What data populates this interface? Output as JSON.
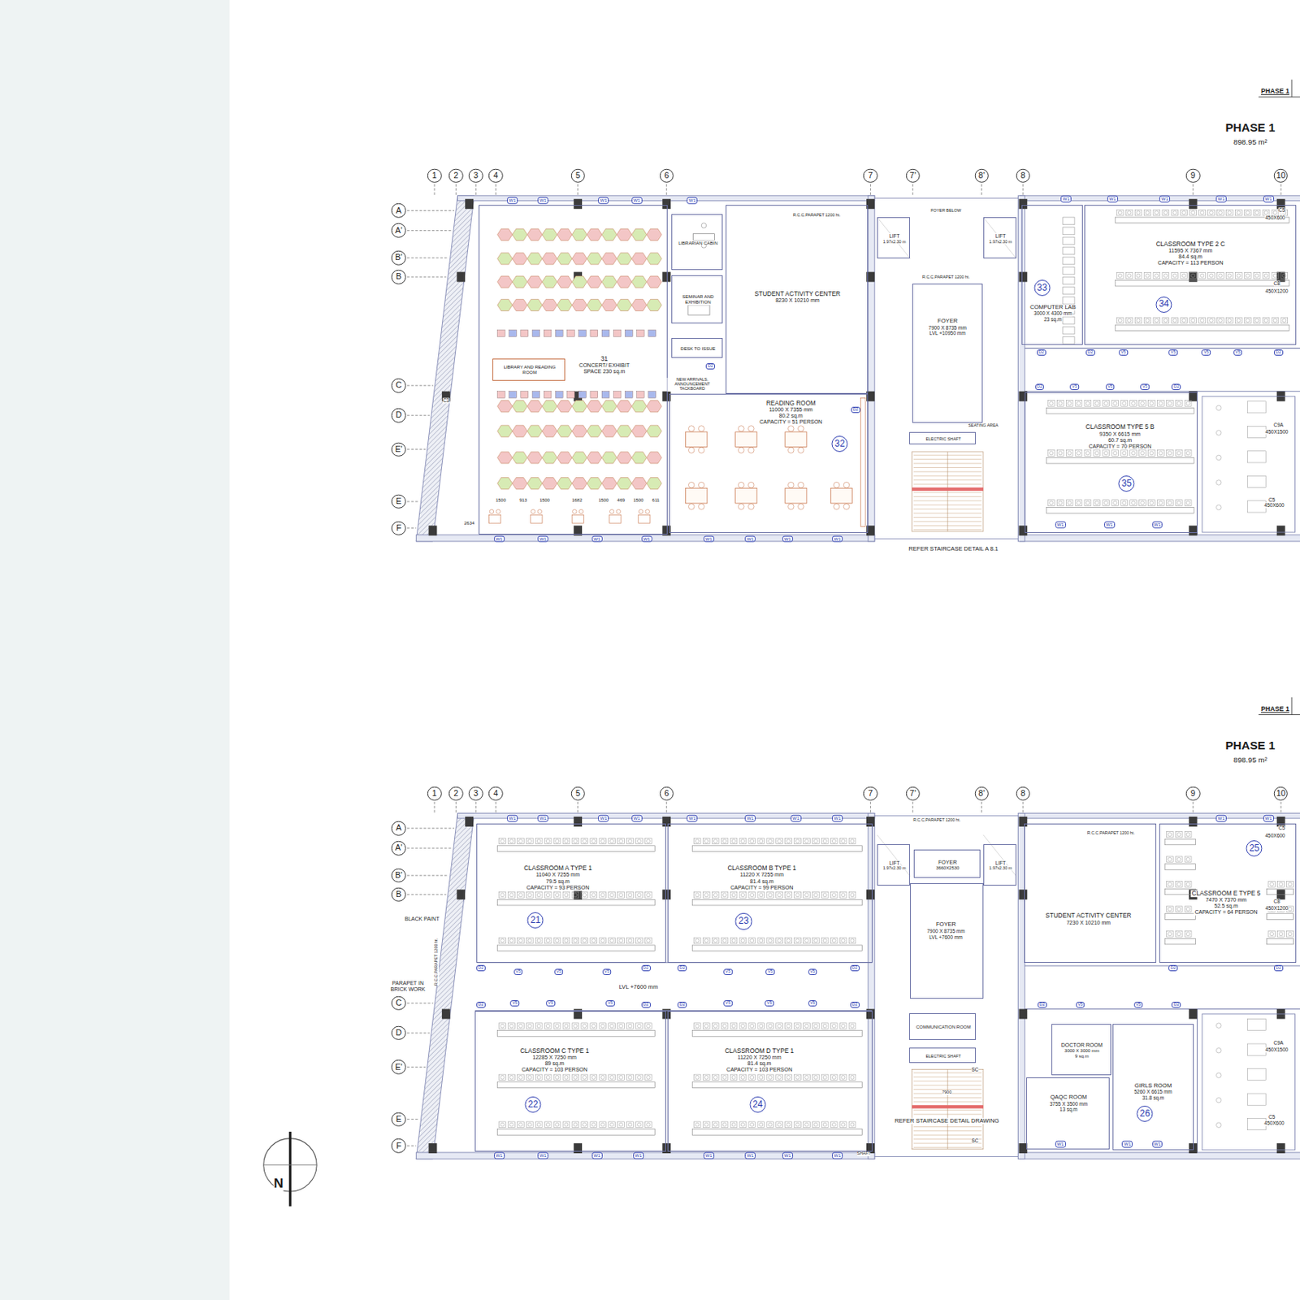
{
  "diagram": {
    "nodes": [
      {
        "text": [
          "31",
          "CONCERT/ EXHIBIT SPACE 230 sq.m"
        ]
      },
      {
        "text": [
          "LIBRARY AND READING ROOM"
        ],
        "in": 0
      },
      {
        "text": [
          "LIBRARIAN CABIN"
        ]
      },
      {
        "text": [
          "SEMINAR AND EXHIBITION"
        ]
      },
      {
        "text": [
          "DESK TO ISSUE"
        ]
      },
      {
        "text": [
          "STUDENT ACTIVITY CENTER",
          "8230 X 10210 mm"
        ]
      },
      {
        "text": [
          "LIFT",
          "1.97x2.30 m"
        ]
      },
      {
        "text": [
          "LIFT",
          "1.97x2.30 m"
        ]
      },
      {
        "text": [
          "FOYER",
          "7900 X 8735 mm",
          "LVL +10950 mm"
        ]
      },
      {
        "text": [
          "33",
          "COMPUTER LAB",
          "3000 X 4300 mm",
          "23 sq.m"
        ]
      },
      {
        "text": [
          "CLASSROOM TYPE 2 C",
          "11595 X 7367 mm",
          "84.4 sq.m",
          "CAPACITY = 113 PERSON",
          "34"
        ]
      },
      {
        "text": [
          "READING ROOM",
          "11000 X 7355 mm",
          "80.2 sq.m",
          "CAPACITY = 51 PERSON",
          "32"
        ]
      },
      {
        "text": [
          "ELECTRIC SHAFT"
        ]
      },
      {
        "text": [
          "CLASSROOM TYPE 5 B",
          "9350 X 6615 mm",
          "60.7 sq.m",
          "CAPACITY = 70 PERSON",
          "35"
        ]
      },
      {
        "text": [
          "CLASSROOM A TYPE 1",
          "11040 X 7255 mm",
          "79.5 sq.m",
          "CAPACITY = 93 PERSON",
          "21"
        ]
      },
      {
        "text": [
          "CLASSROOM B TYPE 1",
          "11220 X 7255 mm",
          "81.4 sq.m",
          "CAPACITY = 99 PERSON",
          "23"
        ]
      },
      {
        "text": [
          "LIFT",
          "1.97x2.30 m"
        ]
      },
      {
        "text": [
          "LIFT",
          "1.97x2.30 m"
        ]
      },
      {
        "text": [
          "FOYER",
          "3660X2530"
        ]
      },
      {
        "text": [
          "STUDENT ACTIVITY CENTER",
          "7230 X 10210 mm"
        ]
      },
      {
        "text": [
          "25",
          "CLASSROOM E TYPE 5",
          "7470 X 7370 mm",
          "52.5 sq.m",
          "CAPACITY = 64 PERSON"
        ]
      },
      {
        "text": [
          "FOYER",
          "7900 X 8735 mm",
          "LVL +7600 mm"
        ]
      },
      {
        "text": [
          "CLASSROOM C TYPE 1",
          "12285 X 7250 mm",
          "89 sq.m",
          "CAPACITY = 103 PERSON",
          "22"
        ]
      },
      {
        "text": [
          "CLASSROOM D TYPE 1",
          "11220 X 7250 mm",
          "81.4 sq.m",
          "CAPACITY = 103 PERSON",
          "24"
        ]
      },
      {
        "text": [
          "COMMUNICATION ROOM"
        ]
      },
      {
        "text": [
          "ELECTRIC SHAFT"
        ]
      },
      {
        "text": [
          "DOCTOR ROOM",
          "3000 X 3000 mm",
          "9 sq.m"
        ]
      },
      {
        "text": [
          "GIRLS ROOM",
          "5260 X 6615 mm",
          "31.8 sq.m",
          "26"
        ]
      },
      {
        "text": [
          "QAQC ROOM",
          "3755 X 3500 mm",
          "13 sq.m"
        ]
      }
    ],
    "labels": [
      "PHASE 1",
      "PHASE 1",
      "898.95 m²",
      "1",
      "2",
      "3",
      "4",
      "5",
      "6",
      "7",
      "7'",
      "8'",
      "8",
      "9",
      "10",
      "A",
      "A'",
      "B'",
      "B",
      "C",
      "D",
      "E'",
      "E",
      "F",
      "C5",
      "450X600",
      "C8",
      "450X1200",
      "C9A",
      "450X1500",
      "C5",
      "450X600",
      "R.C.C.PARAPET 1200 ht.",
      "FOYER BELOW",
      "R.C.C.PARAPET 1200 ht.",
      "SEATING AREA",
      "NEW ARRIVALS, ANNOUNCEMENT TACKBOARD",
      "REFER STAIRCASE DETAIL A 8.1",
      "C3",
      "1500",
      "913",
      "1500",
      "1682",
      "1500",
      "469",
      "1500",
      "611",
      "2634",
      "W1",
      "W1",
      "W1",
      "W1",
      "W1",
      "W1",
      "W1",
      "W1",
      "W1",
      "W1",
      "W1",
      "W1",
      "W1",
      "W1",
      "W1",
      "W1",
      "W1",
      "W1",
      "W1",
      "W1",
      "W1",
      "D2",
      "D2",
      "D2",
      "D2",
      "D2",
      "D2",
      "D2",
      "V5",
      "V5",
      "V5",
      "V5",
      "V5",
      "V5",
      "V5",
      "PHASE 1",
      "PHASE 1",
      "898.95 m²",
      "1",
      "2",
      "3",
      "4",
      "5",
      "6",
      "7",
      "7'",
      "8'",
      "8",
      "9",
      "10",
      "A",
      "A'",
      "B'",
      "B",
      "C",
      "D",
      "E'",
      "E",
      "F",
      "C5",
      "450X600",
      "C8",
      "450X1200",
      "C9A",
      "450X1500",
      "C5",
      "450X600",
      "BLACK PAINT",
      "PARAPET IN BRICK WORK",
      "R.C.C.PARAPET 1200 ht.",
      "LVL +7600 mm",
      "R.C.C.PARAPET 1200 ht.",
      "R.C.C.PARAPET 1200 ht.",
      "REFER STAIRCASE DETAIL DRAWING",
      "7900",
      "SC",
      "SC",
      "SHAFT",
      "N",
      "W1",
      "W1",
      "W1",
      "W1",
      "W1",
      "W1",
      "W1",
      "W1",
      "W1",
      "W1",
      "W1",
      "W1",
      "W1",
      "W1",
      "W1",
      "W1",
      "W1",
      "W1",
      "W1",
      "W1",
      "W1",
      "V5",
      "V5",
      "V5",
      "V5",
      "V5",
      "V5",
      "V5",
      "V5",
      "V5",
      "V5",
      "V5",
      "V5",
      "V5",
      "V5",
      "D2",
      "D2",
      "D2",
      "D2",
      "D2",
      "D2",
      "D2",
      "D2",
      "D2",
      "D2",
      "D2",
      "D2"
    ]
  }
}
